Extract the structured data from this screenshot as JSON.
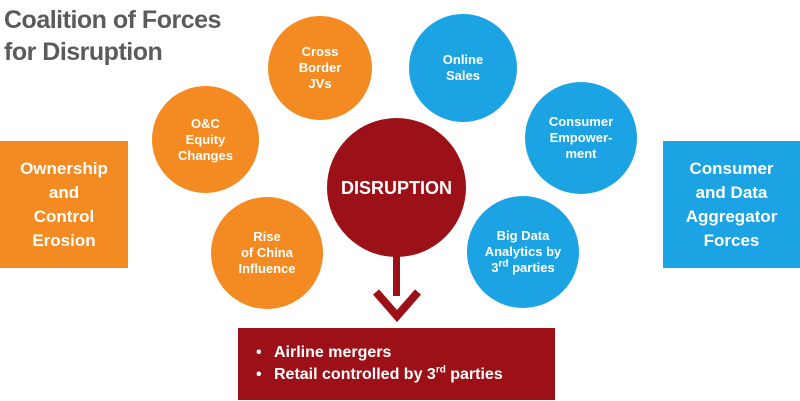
{
  "title": {
    "line1": "Coalition of Forces",
    "line2": "for Disruption"
  },
  "left_box": {
    "lines": [
      "Ownership",
      "and",
      "Control",
      "Erosion"
    ]
  },
  "right_box": {
    "lines": [
      "Consumer",
      "and Data",
      "Aggregator",
      "Forces"
    ]
  },
  "center": {
    "label": "DISRUPTION"
  },
  "circles": {
    "cross_border": [
      "Cross",
      "Border",
      "JVs"
    ],
    "oc_equity": [
      "O&C",
      "Equity",
      "Changes"
    ],
    "china": [
      "Rise",
      "of China",
      "Influence"
    ],
    "online_sales": [
      "Online",
      "Sales"
    ],
    "consumer_empowerment": [
      "Consumer",
      "Empower-",
      "ment"
    ],
    "big_data": {
      "line1": "Big Data",
      "line2": "Analytics by",
      "line3_num": "3",
      "line3_sup": "rd",
      "line3_rest": " parties"
    }
  },
  "outcomes": {
    "bullet": "•",
    "item1": "Airline mergers",
    "item2_pre": "Retail controlled by 3",
    "item2_sup": "rd",
    "item2_post": " parties"
  },
  "colors": {
    "orange": "#f48a22",
    "blue": "#1ca3e3",
    "dark_red": "#9b1117",
    "title_gray": "#5b5b5b"
  }
}
